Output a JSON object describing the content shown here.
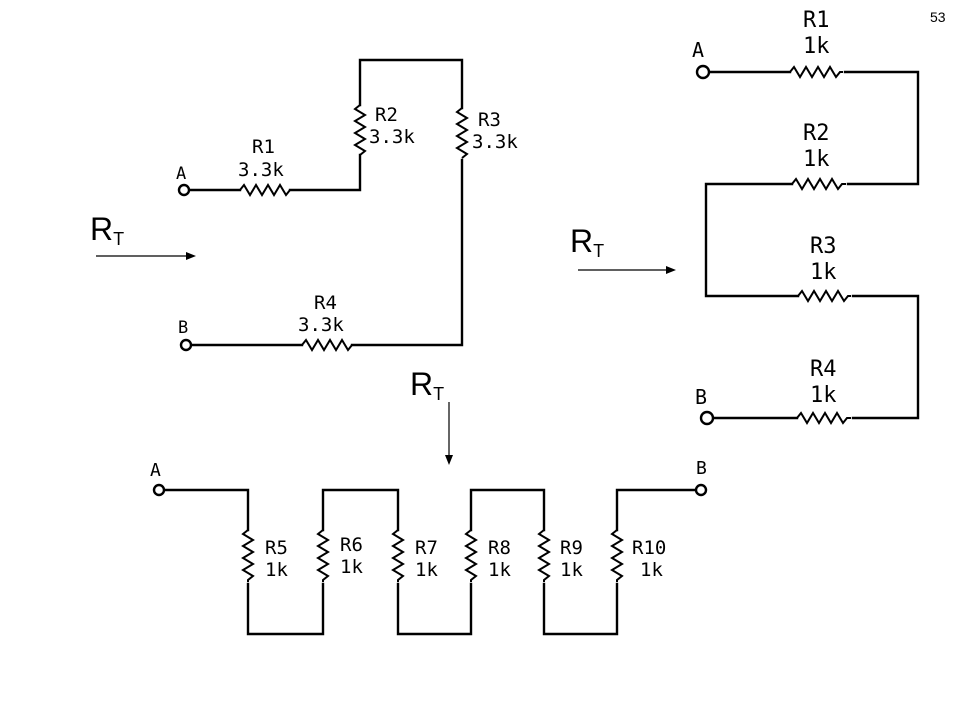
{
  "page_number": "53",
  "rt_label": {
    "main": "R",
    "sub": "T"
  },
  "circuit_top_left": {
    "terminal_a": "A",
    "terminal_b": "B",
    "resistors": [
      {
        "name": "R1",
        "value": "3.3k"
      },
      {
        "name": "R2",
        "value": "3.3k"
      },
      {
        "name": "R3",
        "value": "3.3k"
      },
      {
        "name": "R4",
        "value": "3.3k"
      }
    ]
  },
  "circuit_right": {
    "terminal_a": "A",
    "terminal_b": "B",
    "resistors": [
      {
        "name": "R1",
        "value": "1k"
      },
      {
        "name": "R2",
        "value": "1k"
      },
      {
        "name": "R3",
        "value": "1k"
      },
      {
        "name": "R4",
        "value": "1k"
      }
    ]
  },
  "circuit_bottom": {
    "terminal_a": "A",
    "terminal_b": "B",
    "resistors": [
      {
        "name": "R5",
        "value": "1k"
      },
      {
        "name": "R6",
        "value": "1k"
      },
      {
        "name": "R7",
        "value": "1k"
      },
      {
        "name": "R8",
        "value": "1k"
      },
      {
        "name": "R9",
        "value": "1k"
      },
      {
        "name": "R10",
        "value": "1k"
      }
    ]
  }
}
